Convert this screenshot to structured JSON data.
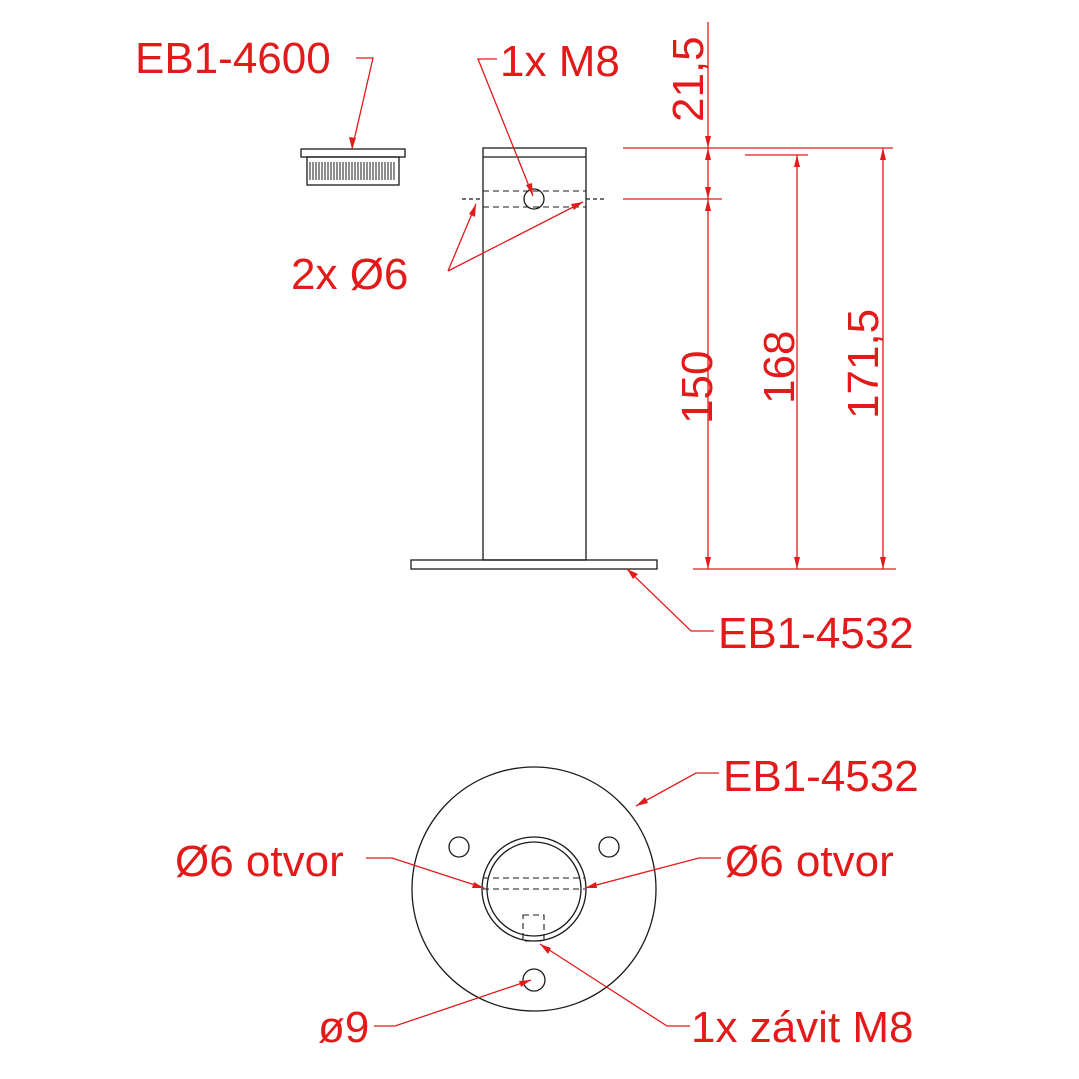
{
  "labels": {
    "part_cap": "EB1-4600",
    "thread_top": "1x M8",
    "holes_side": "2x Ø6",
    "base_side": "EB1-4532",
    "base_top": "EB1-4532",
    "hole_left": "Ø6 otvor",
    "hole_right": "Ø6 otvor",
    "mount_hole": "ø9",
    "thread_bottom": "1x závit M8"
  },
  "dimensions": {
    "d_21_5": "21,5",
    "d_150": "150",
    "d_168": "168",
    "d_171_5": "171,5"
  },
  "colors": {
    "annotation": "#e21a1a",
    "outline": "#1a1a1a",
    "background": "#ffffff"
  }
}
